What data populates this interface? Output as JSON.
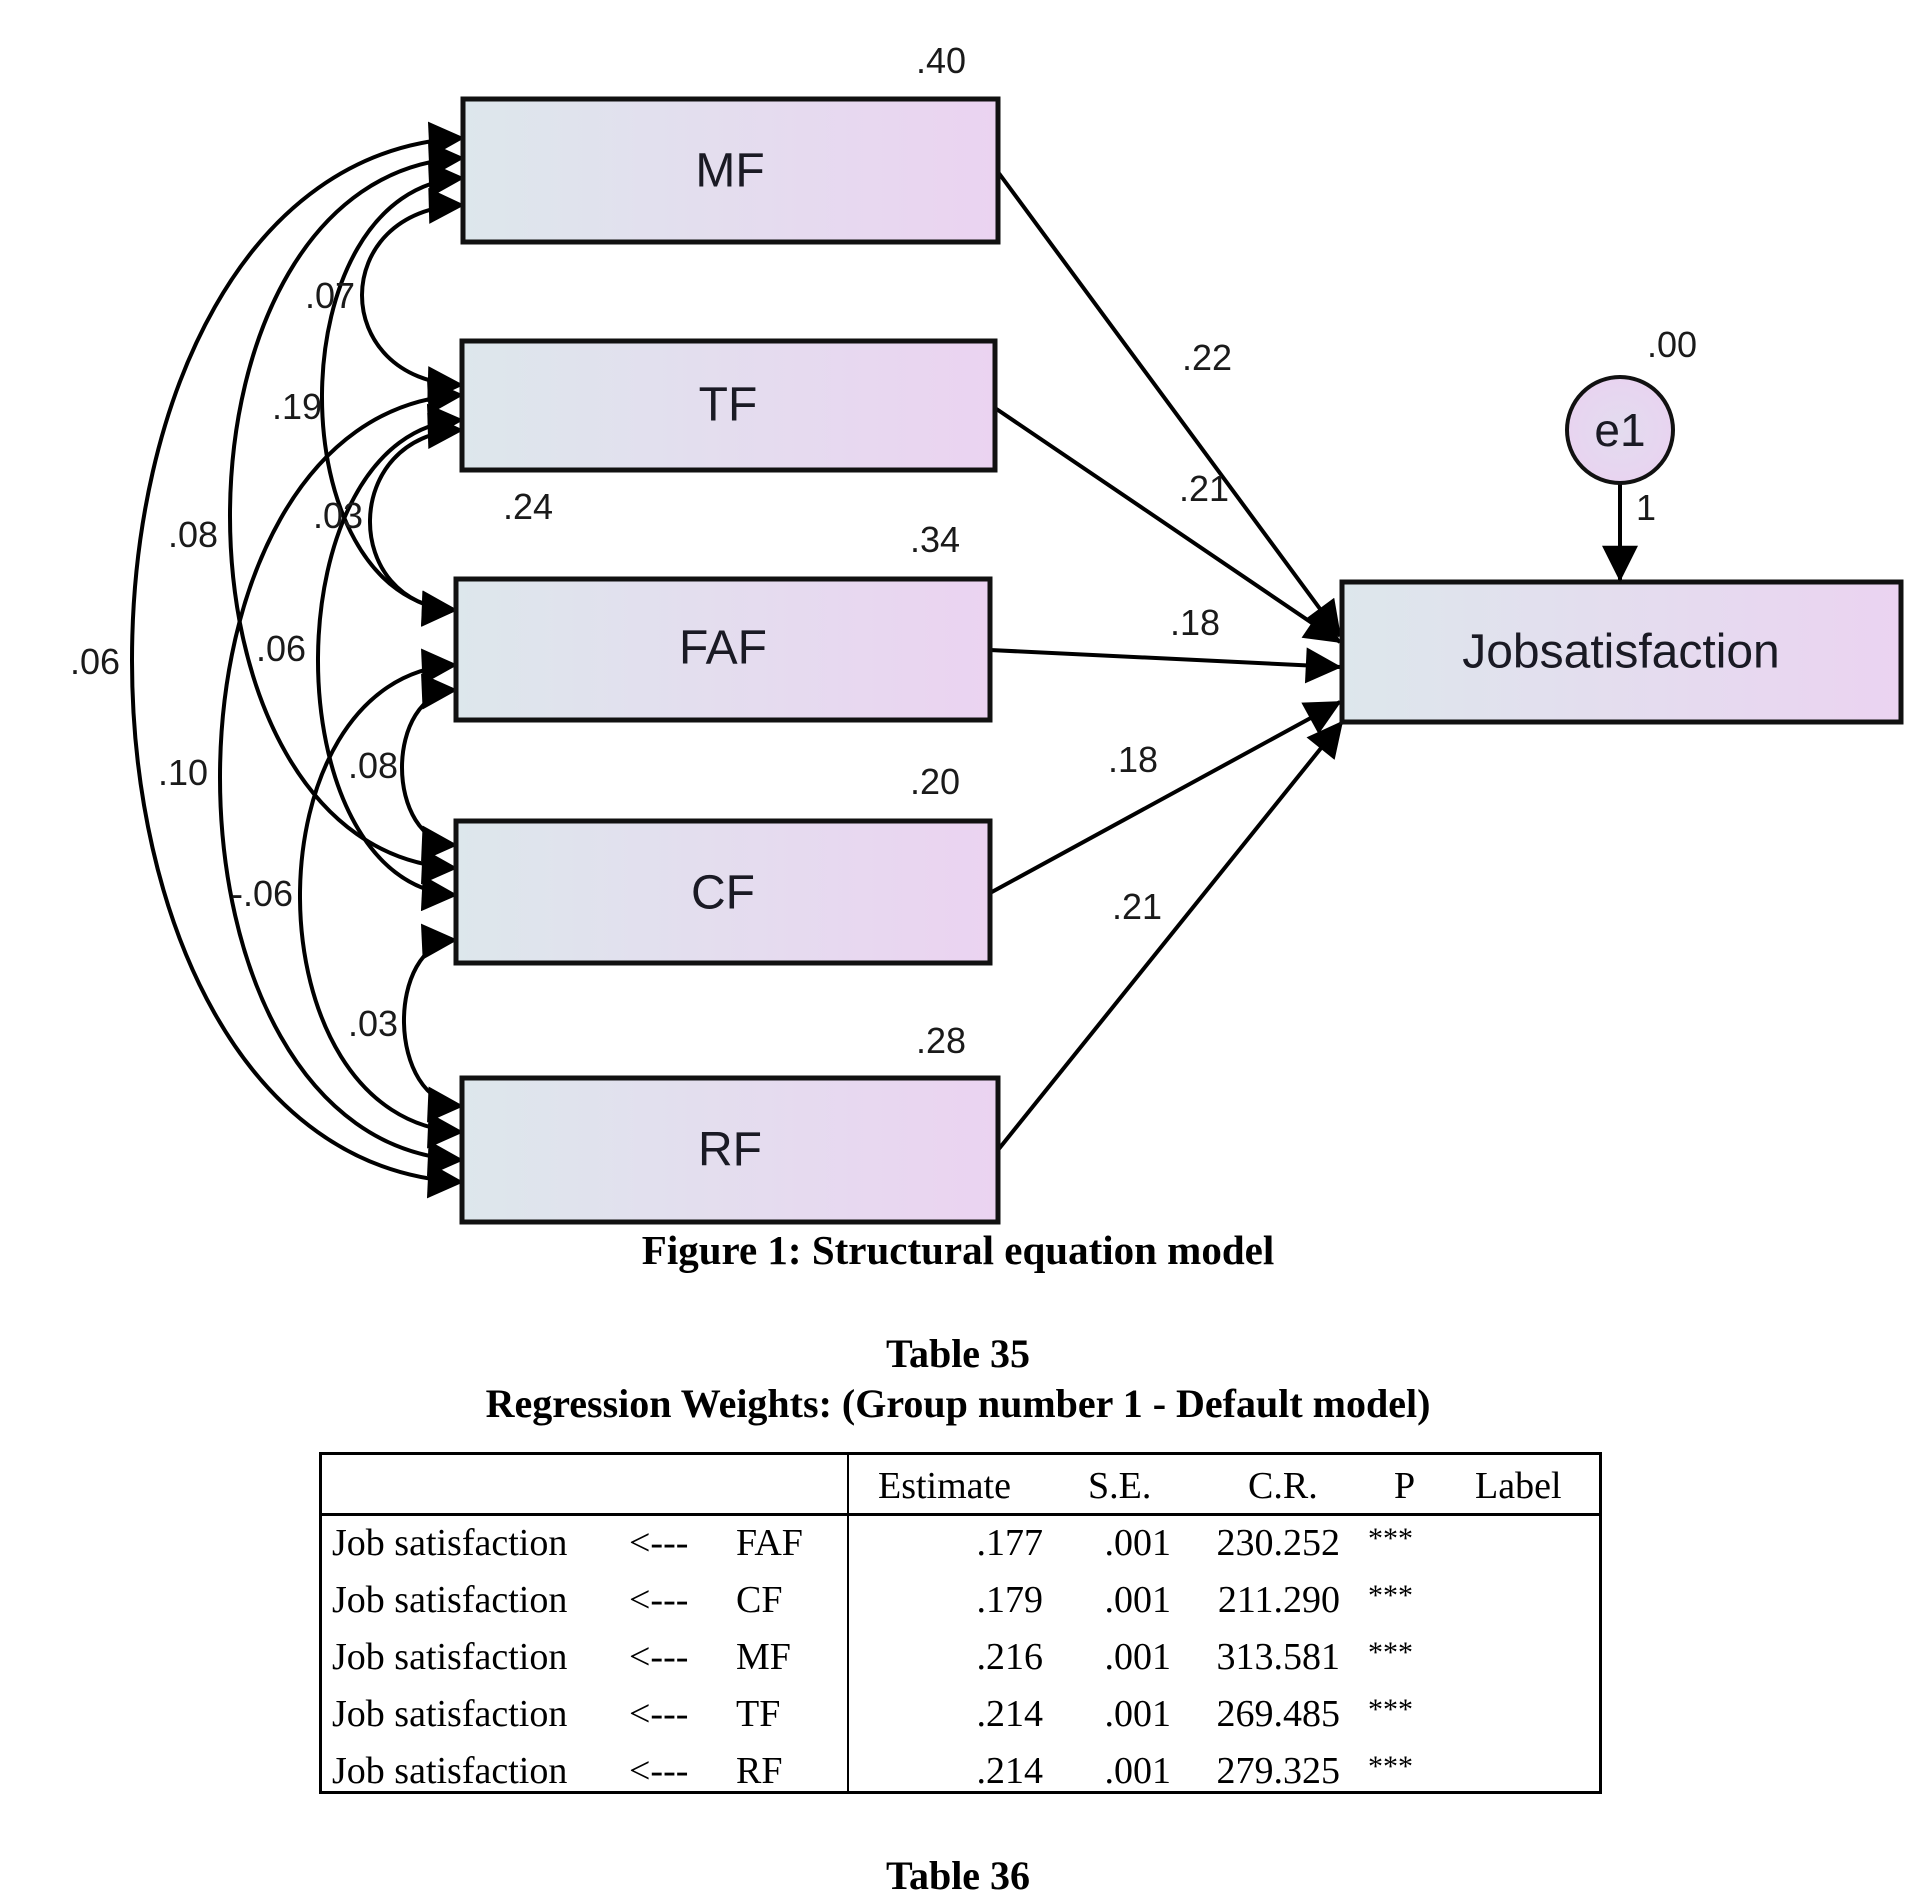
{
  "figure": {
    "caption": "Figure 1: Structural equation model",
    "observed_variables": [
      {
        "id": "MF",
        "label": "MF",
        "r_squared_label": ".40"
      },
      {
        "id": "TF",
        "label": "TF",
        "r_squared_label": ".24"
      },
      {
        "id": "FAF",
        "label": "FAF",
        "r_squared_label": ".34"
      },
      {
        "id": "CF",
        "label": "CF",
        "r_squared_label": ".20"
      },
      {
        "id": "RF",
        "label": "RF",
        "r_squared_label": ".28"
      }
    ],
    "outcome": {
      "id": "JS",
      "label": "Jobsatisfaction"
    },
    "error_term": {
      "label": "e1",
      "variance_label": ".00",
      "path_label": "1"
    },
    "regression_paths": [
      {
        "from": "MF",
        "to": "JS",
        "label": ".22"
      },
      {
        "from": "TF",
        "to": "JS",
        "label": ".21"
      },
      {
        "from": "FAF",
        "to": "JS",
        "label": ".18"
      },
      {
        "from": "CF",
        "to": "JS",
        "label": ".18"
      },
      {
        "from": "RF",
        "to": "JS",
        "label": ".21"
      }
    ],
    "covariances": [
      {
        "a": "MF",
        "b": "TF",
        "label": ".07"
      },
      {
        "a": "MF",
        "b": "FAF",
        "label": ".19"
      },
      {
        "a": "MF",
        "b": "CF",
        "label": ".08"
      },
      {
        "a": "MF",
        "b": "RF",
        "label": ".06"
      },
      {
        "a": "TF",
        "b": "FAF",
        "label": ".03"
      },
      {
        "a": "TF",
        "b": "CF",
        "label": ".06"
      },
      {
        "a": "TF",
        "b": "RF",
        "label": ".10"
      },
      {
        "a": "FAF",
        "b": "CF",
        "label": ".08"
      },
      {
        "a": "FAF",
        "b": "RF",
        "label": "-.06"
      },
      {
        "a": "CF",
        "b": "RF",
        "label": ".03"
      }
    ],
    "colors": {
      "box_gradient_start": "#dde7ec",
      "box_gradient_end": "#ebd3f1",
      "stroke": "#111111"
    }
  },
  "table35": {
    "number": "Table 35",
    "title": "Regression Weights: (Group number 1 - Default model)",
    "headers": [
      "Estimate",
      "S.E.",
      "C.R.",
      "P",
      "Label"
    ],
    "rows": [
      {
        "dv": "Job satisfaction",
        "arrow": "<---",
        "iv": "FAF",
        "estimate": ".177",
        "se": ".001",
        "cr": "230.252",
        "p": "***",
        "label": ""
      },
      {
        "dv": "Job satisfaction",
        "arrow": "<---",
        "iv": "CF",
        "estimate": ".179",
        "se": ".001",
        "cr": "211.290",
        "p": "***",
        "label": ""
      },
      {
        "dv": "Job satisfaction",
        "arrow": "<---",
        "iv": "MF",
        "estimate": ".216",
        "se": ".001",
        "cr": "313.581",
        "p": "***",
        "label": ""
      },
      {
        "dv": "Job satisfaction",
        "arrow": "<---",
        "iv": "TF",
        "estimate": ".214",
        "se": ".001",
        "cr": "269.485",
        "p": "***",
        "label": ""
      },
      {
        "dv": "Job satisfaction",
        "arrow": "<---",
        "iv": "RF",
        "estimate": ".214",
        "se": ".001",
        "cr": "279.325",
        "p": "***",
        "label": ""
      }
    ]
  },
  "table36": {
    "number": "Table 36"
  }
}
